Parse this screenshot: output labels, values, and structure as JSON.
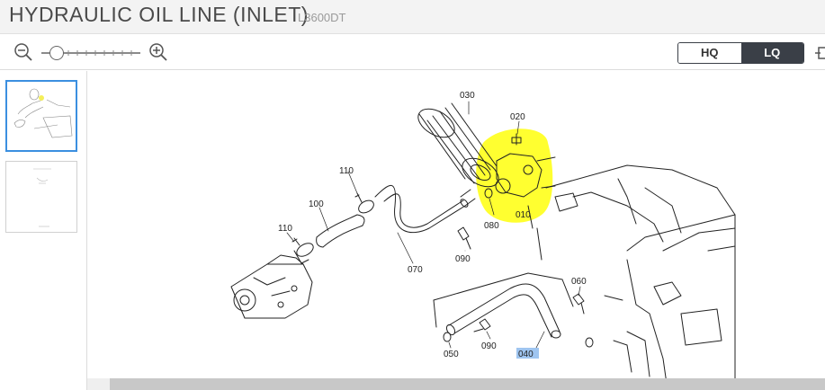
{
  "header": {
    "title": "HYDRAULIC OIL LINE (INLET)",
    "model": "L3600DT"
  },
  "toolbar": {
    "zoom_slider_value": 0.15,
    "quality": {
      "hq_label": "HQ",
      "lq_label": "LQ",
      "selected": "LQ"
    }
  },
  "colors": {
    "accent": "#3b8fe0",
    "segment_dark": "#3a3f47",
    "highlight": "#ffff00",
    "selection": "#9fc5f0"
  },
  "thumbnails": [
    {
      "page": 1,
      "active": true
    },
    {
      "page": 2,
      "active": false
    }
  ],
  "diagram": {
    "labels": {
      "p030": "030",
      "p020": "020",
      "p110a": "110",
      "p100": "100",
      "p110b": "110",
      "p010": "010",
      "p080": "080",
      "p090a": "090",
      "p070": "070",
      "p060": "060",
      "p050": "050",
      "p090b": "090",
      "p040": "040"
    },
    "selected_label": "040"
  }
}
